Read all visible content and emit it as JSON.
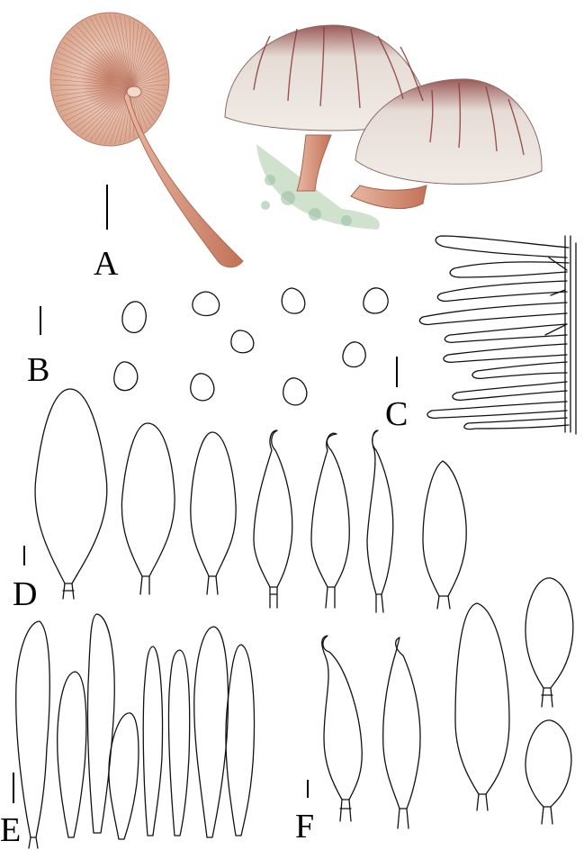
{
  "figure": {
    "labels": {
      "a": "A",
      "b": "B",
      "c": "C",
      "d": "D",
      "e": "E",
      "f": "F"
    },
    "colors": {
      "cap_pale": "#ece2d9",
      "cap_dark": "#8a3c3a",
      "gill_tone": "#d9a58e",
      "stipe": "#c97b5f",
      "moss": "#8fbfa1",
      "ink": "#111111"
    }
  }
}
